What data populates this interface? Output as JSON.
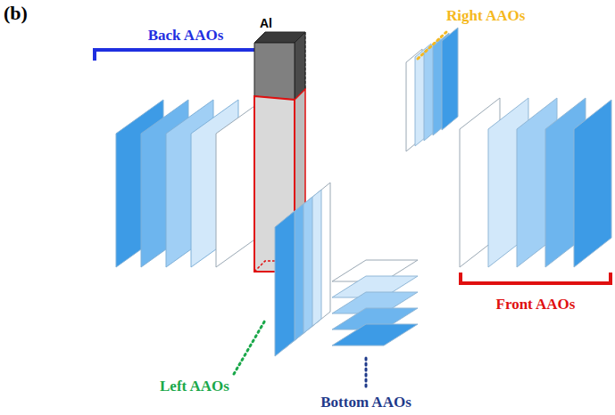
{
  "diagram": {
    "labels": [
      "(b)",
      "Back AAOs",
      "Al",
      "Right AAOs",
      "Left AAOs",
      "Bottom AAOs",
      "Front AAOs"
    ]
  }
}
